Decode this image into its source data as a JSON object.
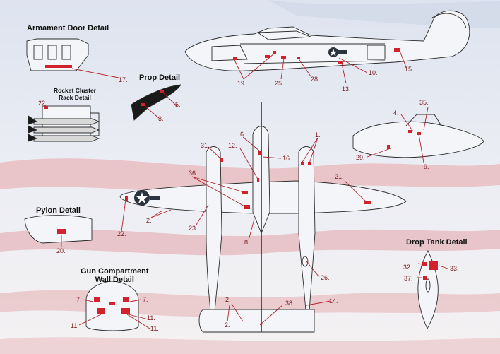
{
  "headings": {
    "armament_door": "Armament Door Detail",
    "prop": "Prop Detail",
    "rocket_line1": "Rocket Cluster",
    "rocket_line2": "Rack Detail",
    "pylon": "Pylon Detail",
    "gun_line1": "Gun Compartment",
    "gun_line2": "Wall Detail",
    "drop_tank": "Drop Tank Detail"
  },
  "callouts": [
    "1.",
    "2.",
    "2.",
    "2.",
    "3.",
    "4.",
    "5.",
    "6.",
    "7.",
    "7.",
    "8.",
    "9.",
    "10.",
    "11.",
    "11.",
    "11.",
    "12.",
    "13.",
    "14.",
    "15.",
    "16.",
    "17.",
    "19.",
    "20.",
    "21.",
    "22.",
    "22.",
    "23.",
    "25.",
    "26.",
    "28.",
    "29.",
    "31.",
    "32.",
    "33.",
    "35.",
    "36.",
    "37.",
    "38."
  ],
  "colors": {
    "stencil": "#d0232b",
    "leader": "#b2222a",
    "aircraft_fill": "#f4f5f8",
    "outline": "#2a2a2a",
    "sky_stripe": "#e4b3b7"
  }
}
